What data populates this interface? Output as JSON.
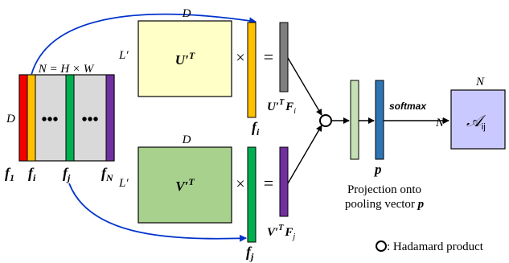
{
  "input_tensor": {
    "dimension_label": "N = H × W",
    "height_label": "D",
    "dots": [
      "•••",
      "•••"
    ],
    "columns": [
      "f1",
      "fi",
      "fj",
      "fN"
    ],
    "column_labels": {
      "f1": {
        "base": "f",
        "sub": "1"
      },
      "fi": {
        "base": "f",
        "sub": "i"
      },
      "fj": {
        "base": "f",
        "sub": "j"
      },
      "fN": {
        "base": "f",
        "sub": "N"
      }
    }
  },
  "top_branch": {
    "matrix_top_label": "D",
    "matrix_side_label": "L′",
    "matrix_label": {
      "base": "U′",
      "sup": "T"
    },
    "times": "×",
    "equals": "=",
    "vector_label": {
      "base": "f",
      "sub": "i"
    },
    "result_label": {
      "base": "U′",
      "sup": "T",
      "tail": "F",
      "sub": "i"
    }
  },
  "bottom_branch": {
    "matrix_top_label": "D",
    "matrix_side_label": "L′",
    "matrix_label": {
      "base": "V′",
      "sup": "T"
    },
    "times": "×",
    "equals": "=",
    "vector_label": {
      "base": "f",
      "sub": "j"
    },
    "result_label": {
      "base": "V′",
      "sup": "T",
      "tail": "F",
      "sub": "j"
    }
  },
  "pooling": {
    "vector_label": "p",
    "caption_line1": "Projection onto",
    "caption_line2": "pooling vector ",
    "caption_var": "p"
  },
  "output": {
    "softmax_label": "softmax",
    "top_label": "N",
    "side_label": "N",
    "matrix_label": {
      "base": "𝒜",
      "sub": "ij"
    }
  },
  "legend": {
    "text": ": Hadamard product"
  },
  "colors": {
    "red": "#f50000",
    "orange": "#ffc000",
    "green": "#00b050",
    "purple": "#7030a0",
    "gray_column": "#d9d9d9",
    "yellow_matrix": "#ffffc8",
    "green_matrix": "#a9d18e",
    "gray_vector": "#7f7f7f",
    "light_green_vector": "#c5e0b4",
    "blue_vector": "#2e75b6",
    "output_matrix": "#c9c9ff",
    "arrow_blue": "#0033cc"
  }
}
